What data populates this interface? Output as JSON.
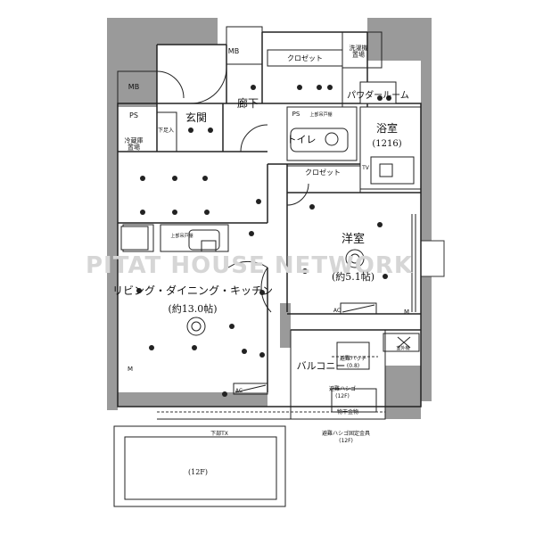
{
  "watermark": "PITAT HOUSE NETWORK",
  "rooms": {
    "ldk": "リビング・ダイニング・キッチン",
    "ldk_size": "(約13.0帖)",
    "western": "洋室",
    "western_size": "(約5.1帖)",
    "entrance": "玄関",
    "hallway": "廊下",
    "toilet": "トイレ",
    "bath": "浴室",
    "bath_size": "(1216)",
    "powder": "パウダールーム",
    "balcony": "バルコニー"
  },
  "labels": {
    "mb_top": "MB",
    "mb_left": "MB",
    "ps_left": "PS",
    "ps_toilet": "PS",
    "fridge": "冷蔵庫\n置場",
    "washer": "洗濯機\n置場",
    "closet_top": "クロゼット",
    "closet_mid": "クロゼット",
    "lower_shelf_toilet": "上部吊戸棚",
    "lower_shelf_kitchen": "上部吊戸棚",
    "shoebox": "下足入",
    "ac_ldk": "AC",
    "ac_room": "AC",
    "m_room": "M",
    "m_ldk": "M",
    "tv": "TV",
    "inspection_hatch": "避難ハッチ",
    "inspection_hatch_size": "(0.8)",
    "evac_hatch": "避難ハシゴ",
    "evac_hatch_floor": "(12F)",
    "drain": "物干金物",
    "lower_tx": "下部TX",
    "evac_fixture": "避難ハシゴ固定金具",
    "evac_fixture_floor": "(12F)",
    "lower_floor": "(12F)",
    "outdoor_unit": "室外機"
  }
}
